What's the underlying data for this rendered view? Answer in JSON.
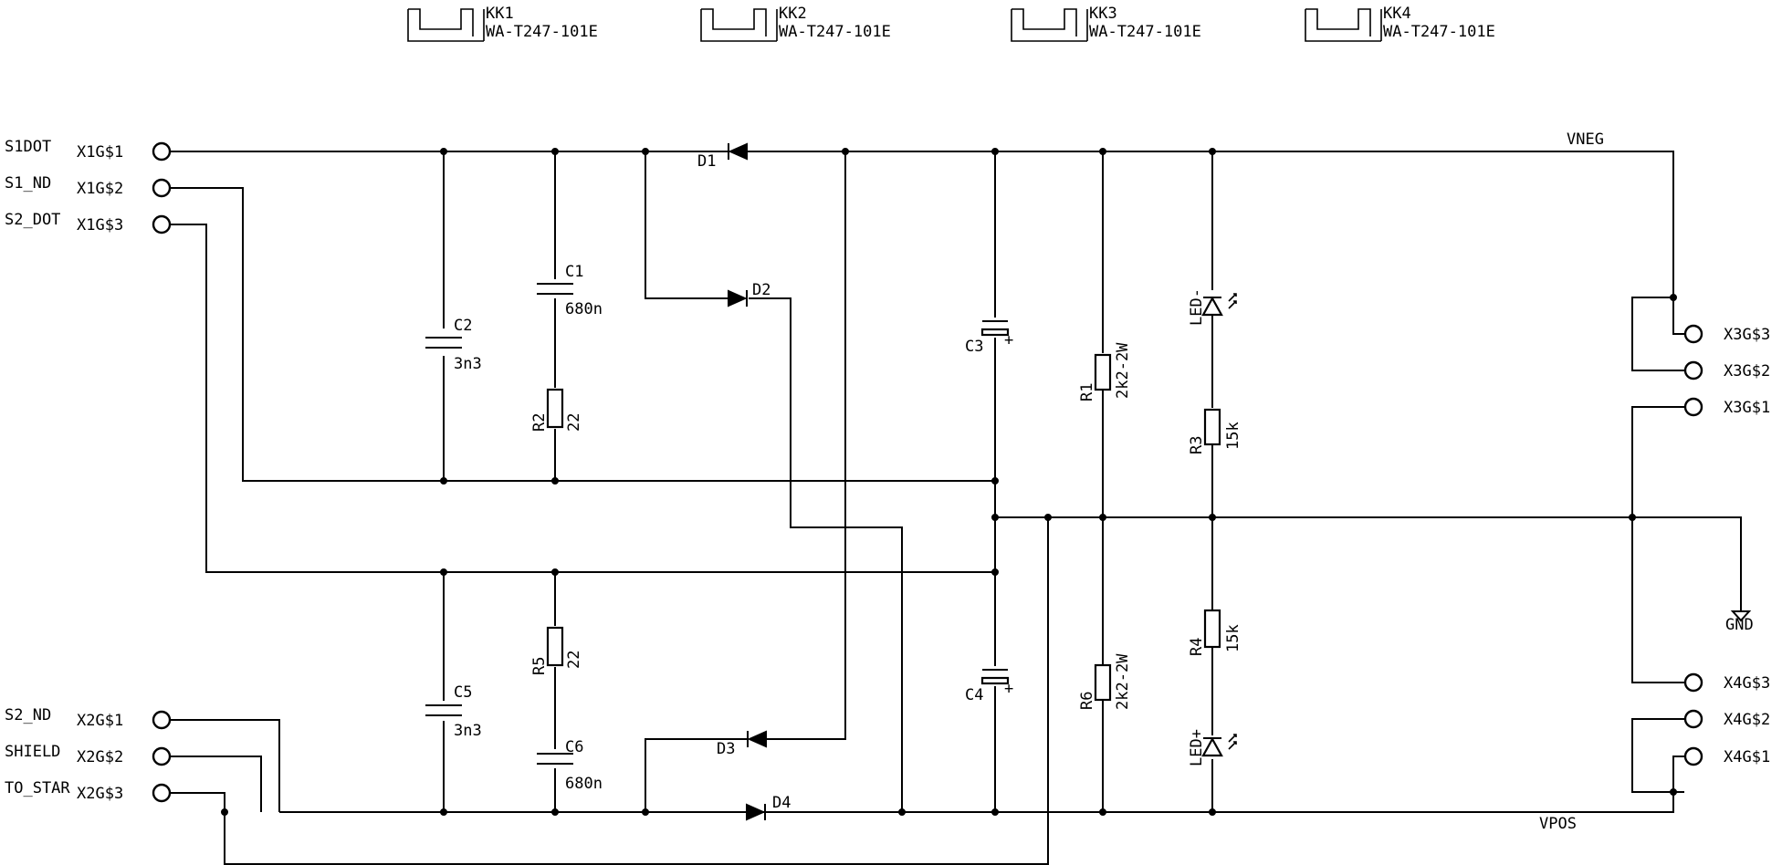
{
  "heatsinks": [
    {
      "ref": "KK1",
      "value": "WA-T247-101E"
    },
    {
      "ref": "KK2",
      "value": "WA-T247-101E"
    },
    {
      "ref": "KK3",
      "value": "WA-T247-101E"
    },
    {
      "ref": "KK4",
      "value": "WA-T247-101E"
    }
  ],
  "connectors": {
    "left": [
      {
        "signal": "S1DOT",
        "pin": "X1G$1"
      },
      {
        "signal": "S1_ND",
        "pin": "X1G$2"
      },
      {
        "signal": "S2_DOT",
        "pin": "X1G$3"
      },
      {
        "signal": "S2_ND",
        "pin": "X2G$1"
      },
      {
        "signal": "SHIELD",
        "pin": "X2G$2"
      },
      {
        "signal": "TO_STAR",
        "pin": "X2G$3"
      }
    ],
    "right": [
      "X3G$3",
      "X3G$2",
      "X3G$1",
      "X4G$3",
      "X4G$2",
      "X4G$1"
    ]
  },
  "components": {
    "C1": {
      "ref": "C1",
      "value": "680n"
    },
    "C2": {
      "ref": "C2",
      "value": "3n3"
    },
    "C3": {
      "ref": "C3"
    },
    "C4": {
      "ref": "C4"
    },
    "C5": {
      "ref": "C5",
      "value": "3n3"
    },
    "C6": {
      "ref": "C6",
      "value": "680n"
    },
    "R1": {
      "ref": "R1",
      "value": "2k2-2W"
    },
    "R2": {
      "ref": "R2",
      "value": "22"
    },
    "R3": {
      "ref": "R3",
      "value": "15k"
    },
    "R4": {
      "ref": "R4",
      "value": "15k"
    },
    "R5": {
      "ref": "R5",
      "value": "22"
    },
    "R6": {
      "ref": "R6",
      "value": "2k2-2W"
    },
    "D1": {
      "ref": "D1"
    },
    "D2": {
      "ref": "D2"
    },
    "D3": {
      "ref": "D3"
    },
    "D4": {
      "ref": "D4"
    },
    "LED_NEG": {
      "ref": "LED-"
    },
    "LED_POS": {
      "ref": "LED+"
    }
  },
  "nets": {
    "vneg": "VNEG",
    "vpos": "VPOS",
    "gnd": "GND"
  },
  "plus_sign": "+"
}
